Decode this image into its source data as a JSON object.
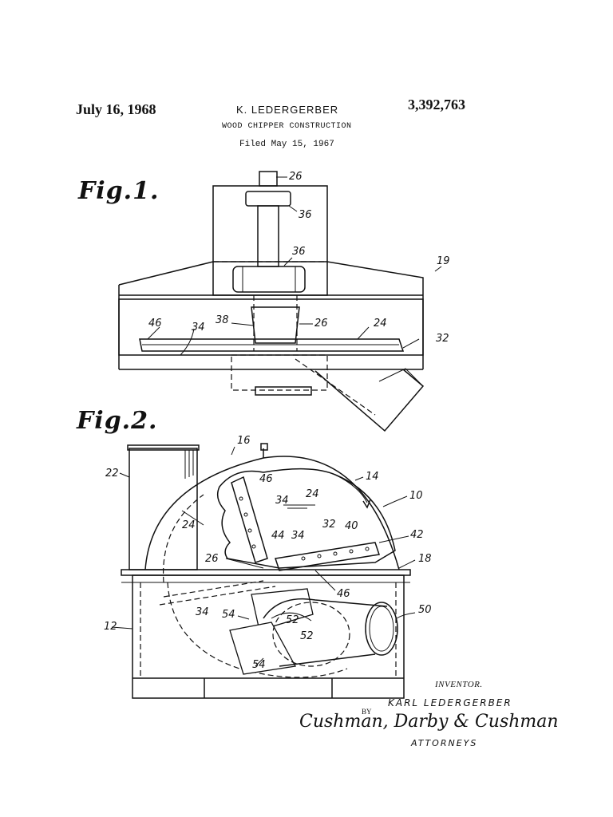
{
  "header": {
    "date": "July 16, 1968",
    "inventor_head": "K. LEDERGERBER",
    "patent_number": "3,392,763",
    "title": "WOOD CHIPPER CONSTRUCTION",
    "filed": "Filed May 15, 1967"
  },
  "figures": {
    "fig1_label": "Fig.1.",
    "fig2_label": "Fig.2."
  },
  "fig1_refs": [
    "26",
    "36",
    "36",
    "19",
    "38",
    "46",
    "34",
    "26",
    "24",
    "32"
  ],
  "fig2_refs": [
    "16",
    "22",
    "46",
    "14",
    "10",
    "34",
    "24",
    "24",
    "32",
    "40",
    "44",
    "34",
    "42",
    "26",
    "18",
    "46",
    "50",
    "34",
    "54",
    "52",
    "52",
    "12",
    "54"
  ],
  "footer": {
    "inventor_label": "INVENTOR.",
    "inventor_name": "KARL LEDERGERBER",
    "by": "BY",
    "signature": "Cushman, Darby & Cushman",
    "attorneys": "ATTORNEYS"
  }
}
